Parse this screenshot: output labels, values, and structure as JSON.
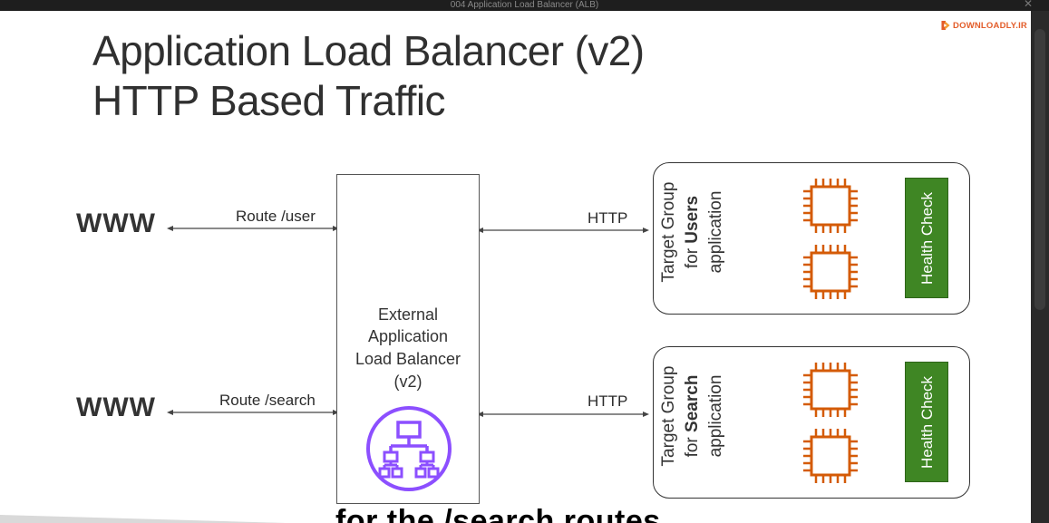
{
  "window": {
    "title": "004 Application Load Balancer (ALB)"
  },
  "watermark": {
    "text": "DOWNLOADLY.IR"
  },
  "slide": {
    "title_line1": "Application Load Balancer (v2)",
    "title_line2": "HTTP Based Traffic"
  },
  "clients": [
    {
      "label": "WWW",
      "route": "Route /user"
    },
    {
      "label": "WWW",
      "route": "Route /search"
    }
  ],
  "load_balancer": {
    "lines": [
      "External",
      "Application",
      "Load Balancer",
      "(v2)"
    ],
    "icon": "elb-icon"
  },
  "links": [
    {
      "protocol": "HTTP"
    },
    {
      "protocol": "HTTP"
    }
  ],
  "target_groups": [
    {
      "prefix": "Target Group",
      "for": "for",
      "name": "Users",
      "suffix": "application",
      "health_check": "Health Check"
    },
    {
      "prefix": "Target Group",
      "for": "for",
      "name": "Search",
      "suffix": "application",
      "health_check": "Health Check"
    }
  ],
  "subtitle": {
    "text": "for the /search routes"
  },
  "colors": {
    "elb_purple": "#8c4fff",
    "ec2_orange": "#d45b07",
    "health_green": "#3f8624",
    "watermark_orange": "#e35d2a"
  }
}
